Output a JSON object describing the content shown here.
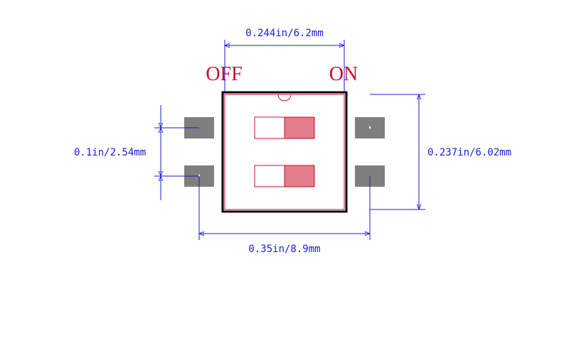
{
  "labels": {
    "off": "OFF",
    "on": "ON"
  },
  "dimensions": {
    "body_width": "0.244in/6.2mm",
    "body_height": "0.237in/6.02mm",
    "pin_pitch": "0.1in/2.54mm",
    "pad_span": "0.35in/8.9mm"
  },
  "colors": {
    "dimension_line": "#1a1adb",
    "label": "#c8102e",
    "body_outline": "#000000",
    "body_inner_outline": "#c8102e",
    "pad": "#7f7f7f",
    "switch_actuator": "#e37b8b",
    "switch_outline": "#c8102e"
  },
  "switch_count": 2,
  "pad_count": 4
}
